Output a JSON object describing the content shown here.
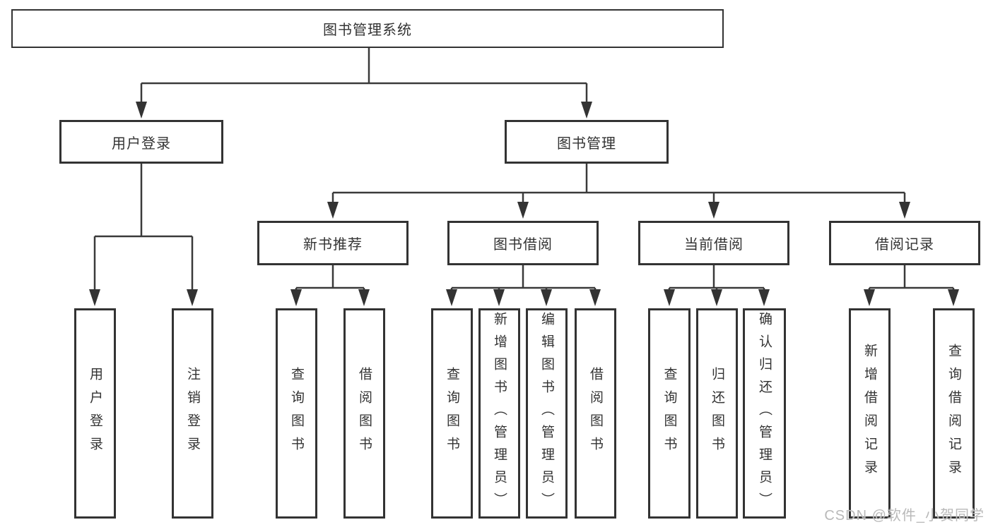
{
  "diagram": {
    "type": "tree",
    "tree": {
      "root": {
        "label": "图书管理系统"
      },
      "branches": [
        {
          "label": "用户登录",
          "children": [
            "用户登录",
            "注销登录"
          ]
        },
        {
          "label": "图书管理",
          "sections": [
            {
              "label": "新书推荐",
              "children": [
                "查询图书",
                "借阅图书"
              ]
            },
            {
              "label": "图书借阅",
              "children": [
                "查询图书",
                "新增图书（管理员）",
                "编辑图书（管理员）",
                "借阅图书"
              ]
            },
            {
              "label": "当前借阅",
              "children": [
                "查询图书",
                "归还图书",
                "确认归还（管理员）"
              ]
            },
            {
              "label": "借阅记录",
              "children": [
                "新增借阅记录",
                "查询借阅记录"
              ]
            }
          ]
        }
      ]
    },
    "watermark": "CSDN @软件_小贺同学",
    "colors": {
      "line": "#3a3a3a",
      "box_border": "#333333",
      "text": "#333333",
      "watermark": "#b9b9b9",
      "background": "#ffffff"
    }
  }
}
